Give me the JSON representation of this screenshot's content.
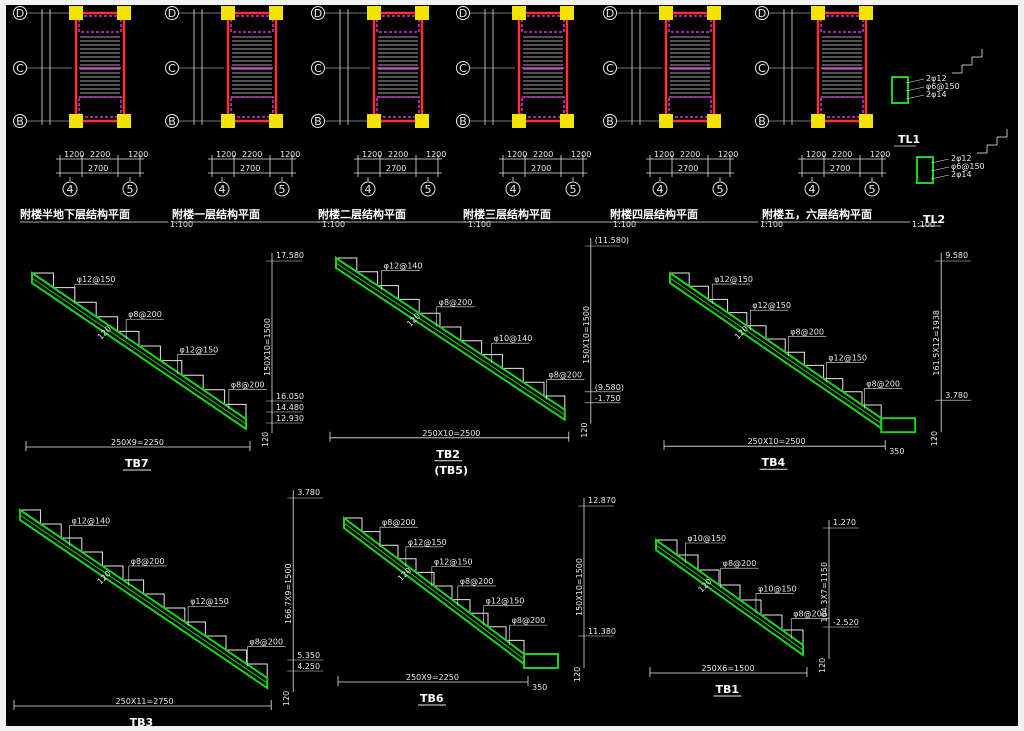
{
  "colors": {
    "background": "#000000",
    "line": "#e8e8e8",
    "column": "#f2e400",
    "beam": "#e02fe0",
    "hatch": "#ff3030",
    "slab": "#1fd11f"
  },
  "plans": [
    {
      "title": "附楼半地下层结构平面",
      "scale": "1:100",
      "grid_top": "D",
      "grid_mid": "C",
      "grid_bot": "B",
      "axis_l": "4",
      "axis_r": "5",
      "dims": [
        "1200",
        "2200",
        "1200"
      ],
      "total": "2700"
    },
    {
      "title": "附楼一层结构平面",
      "scale": "1:100",
      "grid_top": "D",
      "grid_mid": "C",
      "grid_bot": "B",
      "axis_l": "4",
      "axis_r": "5",
      "dims": [
        "1200",
        "2200",
        "1200"
      ],
      "total": "2700"
    },
    {
      "title": "附楼二层结构平面",
      "scale": "1:100",
      "grid_top": "D",
      "grid_mid": "C",
      "grid_bot": "B",
      "axis_l": "4",
      "axis_r": "5",
      "dims": [
        "1200",
        "2200",
        "1200"
      ],
      "total": "2700"
    },
    {
      "title": "附楼三层结构平面",
      "scale": "1:100",
      "grid_top": "D",
      "grid_mid": "C",
      "grid_bot": "B",
      "axis_l": "4",
      "axis_r": "5",
      "dims": [
        "1200",
        "2200",
        "1200"
      ],
      "total": "2700"
    },
    {
      "title": "附楼四层结构平面",
      "scale": "1:100",
      "grid_top": "D",
      "grid_mid": "C",
      "grid_bot": "B",
      "axis_l": "4",
      "axis_r": "5",
      "dims": [
        "1200",
        "2200",
        "1200"
      ],
      "total": "2700"
    },
    {
      "title": "附楼五，六层结构平面",
      "scale": "1:100",
      "grid_top": "D",
      "grid_mid": "C",
      "grid_bot": "B",
      "axis_l": "4",
      "axis_r": "5",
      "dims": [
        "1200",
        "2200",
        "1200"
      ],
      "total": "2700"
    }
  ],
  "beam_details": [
    {
      "tag": "TL1",
      "bars": [
        "2φ12",
        "φ6@150",
        "2φ14"
      ]
    },
    {
      "tag": "TL2",
      "bars": [
        "2φ12",
        "φ6@150",
        "2φ14"
      ]
    }
  ],
  "stairs": [
    {
      "tag": "TB7",
      "sub": "",
      "bars": [
        "φ12@150",
        "φ8@200",
        "φ12@150",
        "φ8@200"
      ],
      "elev_top": "17.580",
      "elev_mid": [
        "16.050",
        "14.480",
        "12.930"
      ],
      "height_dim": "150X10=1500",
      "run": "250X9=2250",
      "thk": "120"
    },
    {
      "tag": "TB2",
      "sub": "(TB5)",
      "bars": [
        "φ12@140",
        "φ8@200",
        "φ10@140",
        "φ8@200"
      ],
      "elev_top": "(11.580)",
      "elev_mid": [
        "(9.580)",
        "-1.750"
      ],
      "height_dim": "150X10=1500",
      "run": "250X10=2500",
      "thk": "120"
    },
    {
      "tag": "TB4",
      "sub": "",
      "bars": [
        "φ12@150",
        "φ12@150",
        "φ8@200",
        "φ12@150",
        "φ8@200"
      ],
      "elev_top": "9.580",
      "elev_mid": [
        "3.780"
      ],
      "height_dim": "161.5X12=1938",
      "run": "250X10=2500",
      "thk": "120",
      "landing": "350"
    },
    {
      "tag": "TB3",
      "sub": "",
      "bars": [
        "φ12@140",
        "φ8@200",
        "φ12@150",
        "φ8@200"
      ],
      "elev_top": "3.780",
      "elev_mid": [
        "5.350",
        "4.250"
      ],
      "height_dim": "166.7X9=1500",
      "run": "250X11=2750",
      "thk": "120"
    },
    {
      "tag": "TB6",
      "sub": "",
      "bars": [
        "φ8@200",
        "φ12@150",
        "φ12@150",
        "φ8@200",
        "φ12@150",
        "φ8@200"
      ],
      "elev_top": "12.870",
      "elev_mid": [
        "11.380"
      ],
      "height_dim": "150X10=1500",
      "run": "250X9=2250",
      "thk": "120",
      "landing": "350"
    },
    {
      "tag": "TB1",
      "sub": "",
      "bars": [
        "φ10@150",
        "φ8@200",
        "φ10@150",
        "φ8@200"
      ],
      "elev_top": "1.270",
      "elev_mid": [
        "-2.520"
      ],
      "height_dim": "164.3X7=1150",
      "run": "250X6=1500",
      "thk": "120"
    }
  ]
}
